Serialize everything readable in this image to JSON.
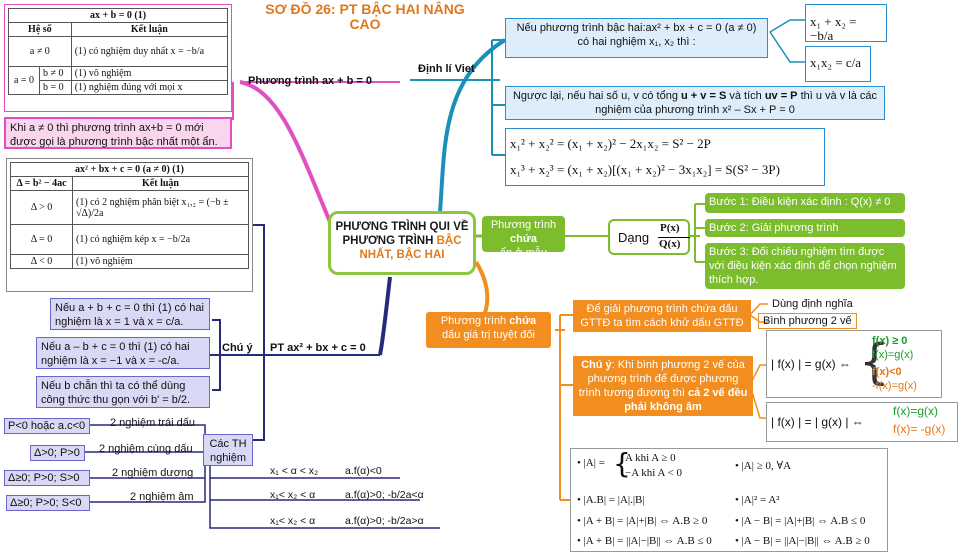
{
  "title": "SƠ ĐỒ 26: PT BẬC HAI NÂNG CAO",
  "center": {
    "line1": "PHƯƠNG TRÌNH QUI VỀ",
    "line2": "PHƯƠNG TRÌNH ",
    "line2b": "BẬC",
    "line3": "NHẤT, BẬC HAI"
  },
  "linear": {
    "branch_label": "Phương trình ax + b = 0",
    "table_title": "ax + b = 0     (1)",
    "col1": "Hệ số",
    "col2": "Kết luận",
    "row1_coef": "a ≠ 0",
    "row1_res": "(1) có nghiệm duy nhất x = −b/a",
    "row2_coef": "a = 0",
    "row2a_sub": "b ≠ 0",
    "row2a_res": "(1) vô nghiệm",
    "row2b_sub": "b = 0",
    "row2b_res": "(1) nghiệm đúng với mọi x",
    "note": "Khi a ≠ 0 thì phương trình ax+b = 0 mới được gọi là phương trình bậc nhất một ẩn."
  },
  "quadratic": {
    "branch_label": "PT ax² + bx + c = 0",
    "table_title": "ax² + bx + c = 0   (a ≠ 0)   (1)",
    "col1": "Δ = b² − 4ac",
    "col2": "Kết luận",
    "r1c": "Δ > 0",
    "r1r": "(1) có 2 nghiệm phân biệt x₁,₂ = (−b ± √Δ)/2a",
    "r2c": "Δ = 0",
    "r2r": "(1) có nghiệm kép x = −b/2a",
    "r3c": "Δ < 0",
    "r3r": "(1) vô nghiệm",
    "note_label": "Chú ý",
    "notes": [
      "Nếu a + b + c = 0 thì (1) có hai nghiệm là x = 1 và x = c/a.",
      "Nếu a – b + c = 0 thì (1) có hai nghiệm là x = −1 và x = -c/a.",
      "Nếu b chẵn thì ta có thể dùng công thức thu gọn với b' = b/2."
    ],
    "cases_label": "Các TH nghiệm",
    "cases": [
      {
        "cond": "P<0 hoặc a.c<0",
        "label": "2 nghiệm trái dấu"
      },
      {
        "cond": "Δ>0; P>0",
        "label": "2 nghiệm cùng dấu"
      },
      {
        "cond": "Δ≥0; P>0; S>0",
        "label": "2 nghiệm dương"
      },
      {
        "cond": "Δ≥0; P>0; S<0",
        "label": "2 nghiệm âm"
      }
    ],
    "position": [
      {
        "rel": "x₁ < α < x₂",
        "cond": "a.f(α)<0"
      },
      {
        "rel": "x₁< x₂ < α",
        "cond": "a.f(α)>0; -b/2a<α"
      },
      {
        "rel": "x₁< x₂ < α",
        "cond": "a.f(α)>0; -b/2a>α"
      }
    ]
  },
  "viet": {
    "branch_label": "Định lí Viet",
    "box1": "Nếu phương trình bậc hai:ax² + bx + c = 0 (a ≠ 0) có hai nghiệm x₁, x₂ thì :",
    "sum": "x₁ + x₂ = −b/a",
    "prod": "x₁x₂ = c/a",
    "box2_a": "Ngược lại, nếu hai số u, v có tổng ",
    "box2_b": "u + v = S",
    "box2_c": " và tích ",
    "box2_d": "uv = P",
    "box2_e": " thì u và v là các nghiệm của phương trình x² – Sx + P = 0",
    "eq1": "x₁² + x₂² = (x₁ + x₂)² − 2x₁x₂ = S² − 2P",
    "eq2": "x₁³ + x₂³ = (x₁ + x₂)[(x₁ + x₂)² − 3x₁x₂] = S(S² − 3P)"
  },
  "fraction": {
    "branch_label_a": "Phương trình ",
    "branch_label_b": "chứa",
    "branch_label_c": "ẩn ở mẫu",
    "form_prefix": "Dạng",
    "form_num": "P(x)",
    "form_den": "Q(x)",
    "steps": [
      "Bước 1: Điều kiện xác định : Q(x) ≠ 0",
      "Bước 2: Giải phương trình",
      "Bước 3: Đối chiếu nghiệm tìm được với điều kiện xác định để chọn nghiệm thích hợp."
    ]
  },
  "absolute": {
    "branch_label_a": "Phương trình ",
    "branch_label_b": "chứa",
    "branch_label_c": "dấu giá trị tuyệt đối",
    "method": "Để giải phương trình chứa dấu GTTĐ ta tìm cách khử dấu GTTĐ",
    "m1": "Dùng định nghĩa",
    "m2": "Bình phương 2 vế",
    "note_a": "Chú ý",
    "note_b": ": Khi bình phương 2 vế của phương trình để được phương trình tương đương thì ",
    "note_c": "cả 2 vế đều phải không âm",
    "eq1_lhs": "| f(x) | = g(x) ⇔",
    "eq1_c1": "f(x) ≥ 0",
    "eq1_c2": "f(x)=g(x)",
    "eq1_c3": "f(x)<0",
    "eq1_c4": "-f(x)=g(x)",
    "eq2_lhs": "| f(x) |  =  | g(x) |  ⇔",
    "eq2_c1": "f(x)=g(x)",
    "eq2_c2": "f(x)= -g(x)",
    "props": {
      "def_top": "A      khi  A ≥ 0",
      "def_bot": "−A     khi  A < 0",
      "nonneg": "|A| ≥ 0, ∀A",
      "prod": "|A.B| = |A|.|B|",
      "sq": "|A|² = A²",
      "sum1": "|A + B| = |A|+|B| ⇔ A.B ≥ 0",
      "diff1": "|A − B| = |A|+|B| ⇔ A.B ≤ 0",
      "sum2": "|A + B| = ||A|−|B|| ⇔ A.B ≤ 0",
      "diff2": "|A − B| = ||A|−|B|| ⇔ A.B ≥ 0"
    }
  },
  "colors": {
    "pink": "#e24fc0",
    "navy": "#262a7a",
    "teal": "#1a8fb8",
    "green": "#7cbd2d",
    "orange": "#f28d1f"
  }
}
